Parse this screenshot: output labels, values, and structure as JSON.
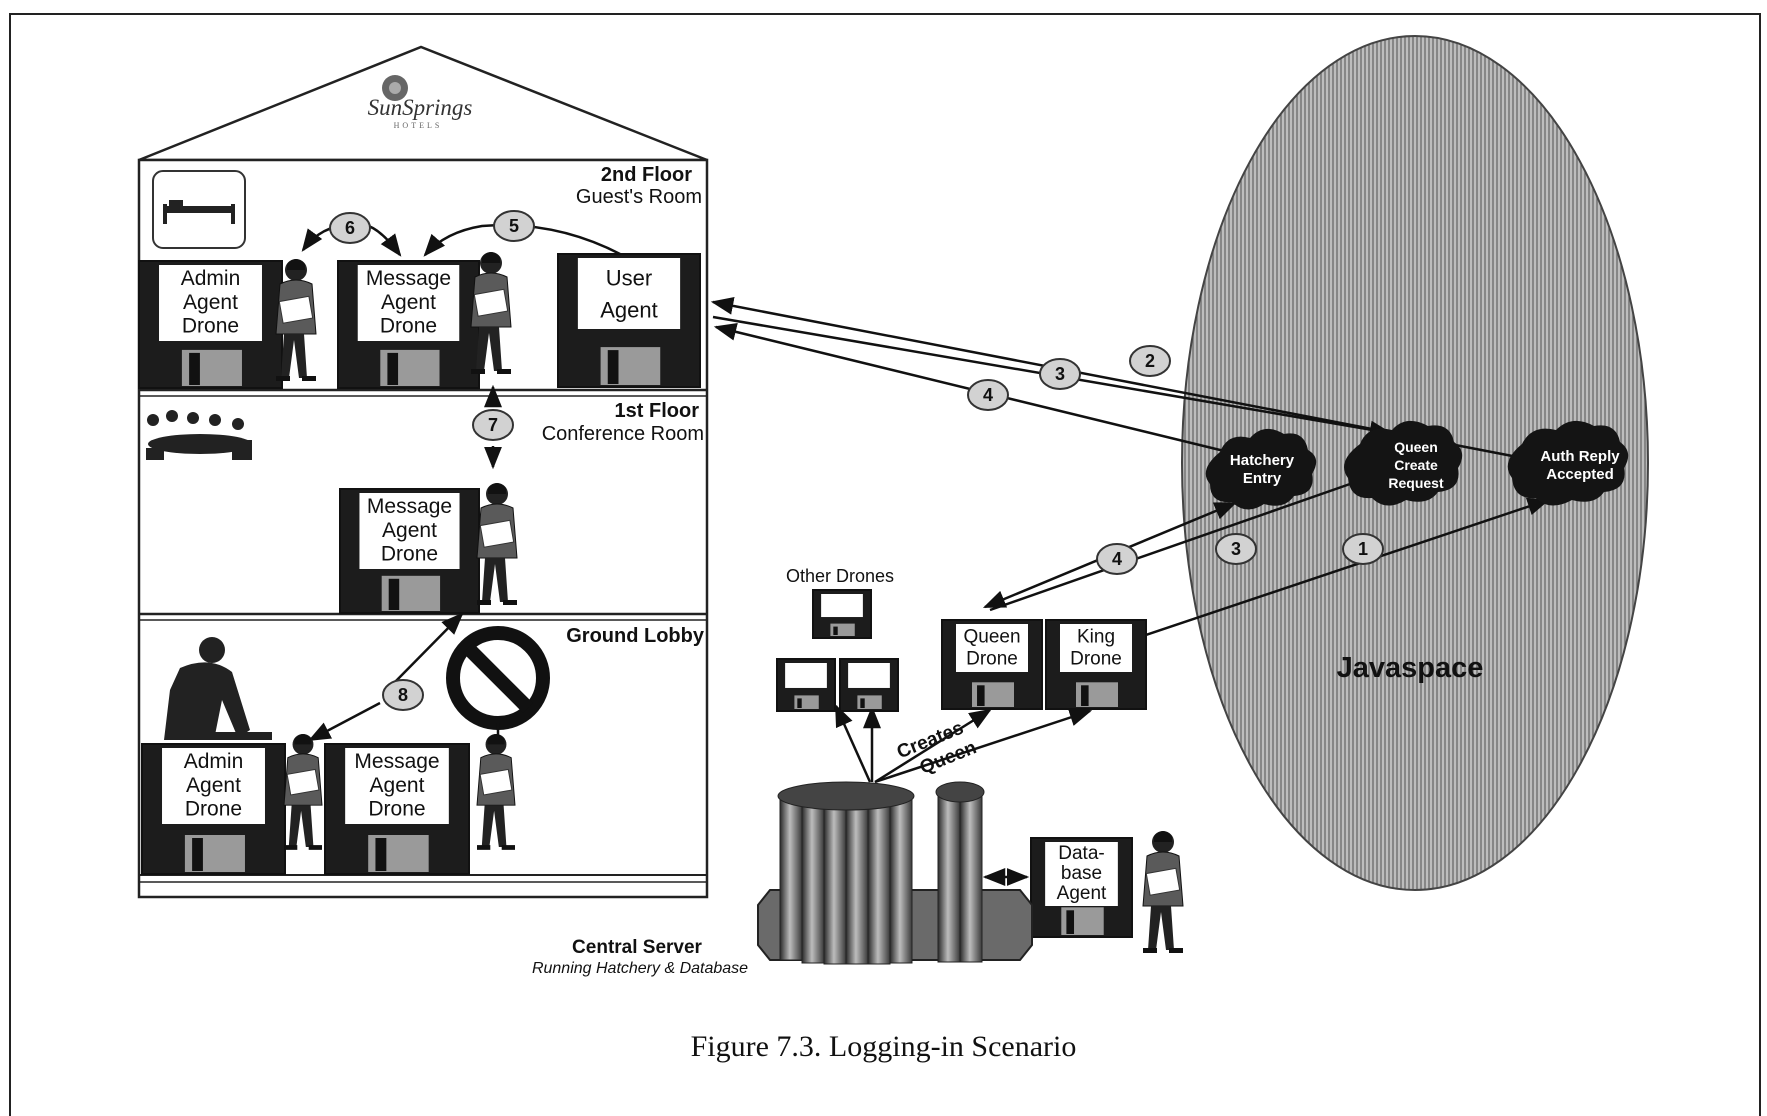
{
  "hotel": {
    "logo_text": "SunSprings",
    "logo_subtext": "HOTELS",
    "floor2": {
      "name": "2nd Floor",
      "room": "Guest's Room"
    },
    "floor1": {
      "name": "1st Floor",
      "room": "Conference Room"
    },
    "ground": {
      "name": "Ground Lobby"
    }
  },
  "agents": {
    "f2_admin": [
      "Admin",
      "Agent",
      "Drone"
    ],
    "f2_message": [
      "Message",
      "Agent",
      "Drone"
    ],
    "f2_user": [
      "User",
      "Agent"
    ],
    "f1_message": [
      "Message",
      "Agent",
      "Drone"
    ],
    "g_admin": [
      "Admin",
      "Agent",
      "Drone"
    ],
    "g_message": [
      "Message",
      "Agent",
      "Drone"
    ],
    "queen": [
      "Queen",
      "Drone"
    ],
    "king": [
      "King",
      "Drone"
    ],
    "database": [
      "Data-",
      "base",
      "Agent"
    ]
  },
  "other_drones": "Other Drones",
  "creates_queen": [
    "Creates",
    "Queen"
  ],
  "server": {
    "title": "Central Server",
    "subtitle": "Running Hatchery & Database"
  },
  "javaspace": {
    "label": "Javaspace",
    "entries": {
      "hatchery": [
        "Hatchery",
        "Entry"
      ],
      "queen": [
        "Queen",
        "Create",
        "Request"
      ],
      "auth": [
        "Auth Reply",
        "Accepted"
      ]
    }
  },
  "steps": [
    "1",
    "2",
    "3",
    "4",
    "5",
    "6",
    "7",
    "8"
  ],
  "caption": "Figure 7.3.  Logging-in Scenario",
  "colors": {
    "ink": "#111111",
    "ellipse": "#9a9a9a",
    "disk": "#1c1c1c",
    "badge": "#d2d2d2"
  }
}
